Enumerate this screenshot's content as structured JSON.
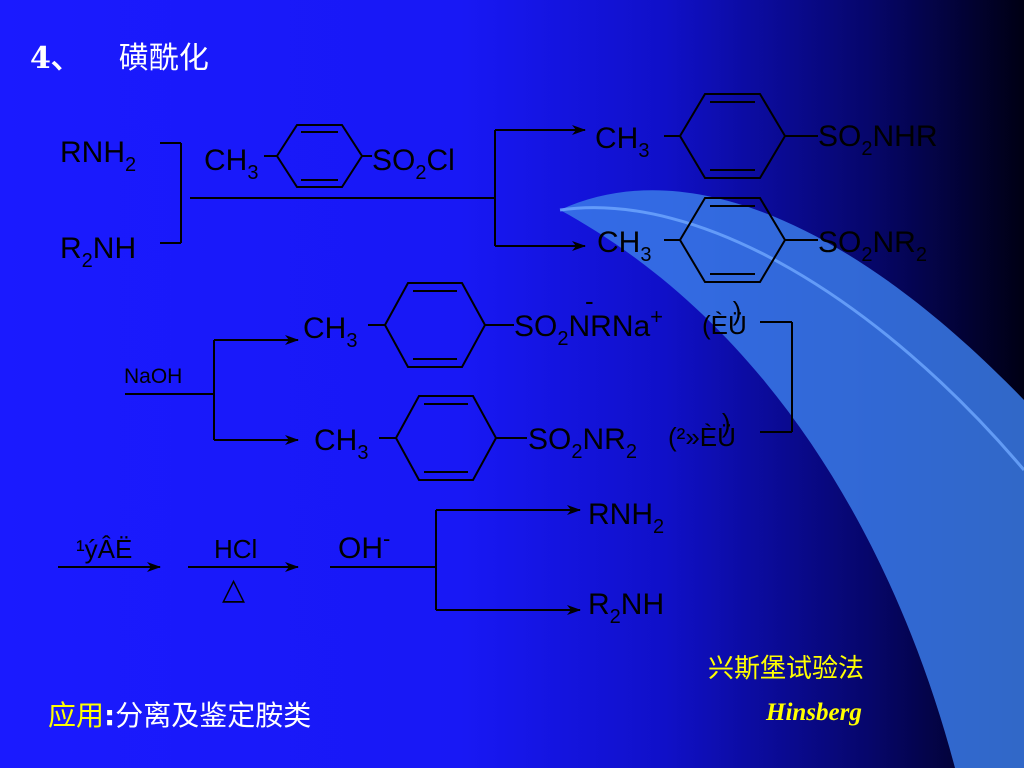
{
  "slide": {
    "title_number": "4、",
    "title_text": "磺酰化",
    "reagent": {
      "pre": "CH",
      "sub1": "3",
      "mid": "SO",
      "sub2": "2",
      "post": "Cl"
    },
    "amines": {
      "rnh2": {
        "pre": "RNH",
        "sub": "2"
      },
      "r2nh": {
        "pre": "R",
        "sub": "2",
        "post": "NH"
      }
    },
    "products": {
      "p1": {
        "ch": "CH",
        "ch_sub": "3",
        "so": "SO",
        "so_sub": "2",
        "rest": "NHR"
      },
      "p2": {
        "ch": "CH",
        "ch_sub": "3",
        "so": "SO",
        "so_sub": "2",
        "rest": "NR",
        "rest_sub": "2"
      }
    },
    "naoh_label": "NaOH",
    "salts": {
      "s1": {
        "ch": "CH",
        "ch_sub": "3",
        "so": "SO",
        "so_sub": "2",
        "minus": "-",
        "rest": "NRNa",
        "plus": "+",
        "paren": "(ÈÜ",
        "close": ")"
      },
      "s2": {
        "ch": "CH",
        "ch_sub": "3",
        "so": "SO",
        "so_sub": "2",
        "rest": "NR",
        "rest_sub": "2",
        "paren": "(²»ÈÜ",
        "close": ")"
      }
    },
    "step": {
      "filter_label": "¹ýÂË",
      "hcl_label": "HCl",
      "heat_symbol": "△",
      "oh": "OH",
      "oh_sup": "-"
    },
    "regenerated": {
      "rnh2": {
        "pre": "RNH",
        "sub": "2"
      },
      "r2nh": {
        "pre": "R",
        "sub": "2",
        "post": "NH"
      }
    },
    "test_name_cn": "兴斯堡试验法",
    "test_name_en": "Hinsberg",
    "application_label": "应用",
    "application_colon": ":",
    "application_text": "分离及鉴定胺类",
    "colors": {
      "background": "#1a1aff",
      "text": "#000000",
      "title": "#ffffff",
      "accent": "#ffff00"
    }
  }
}
